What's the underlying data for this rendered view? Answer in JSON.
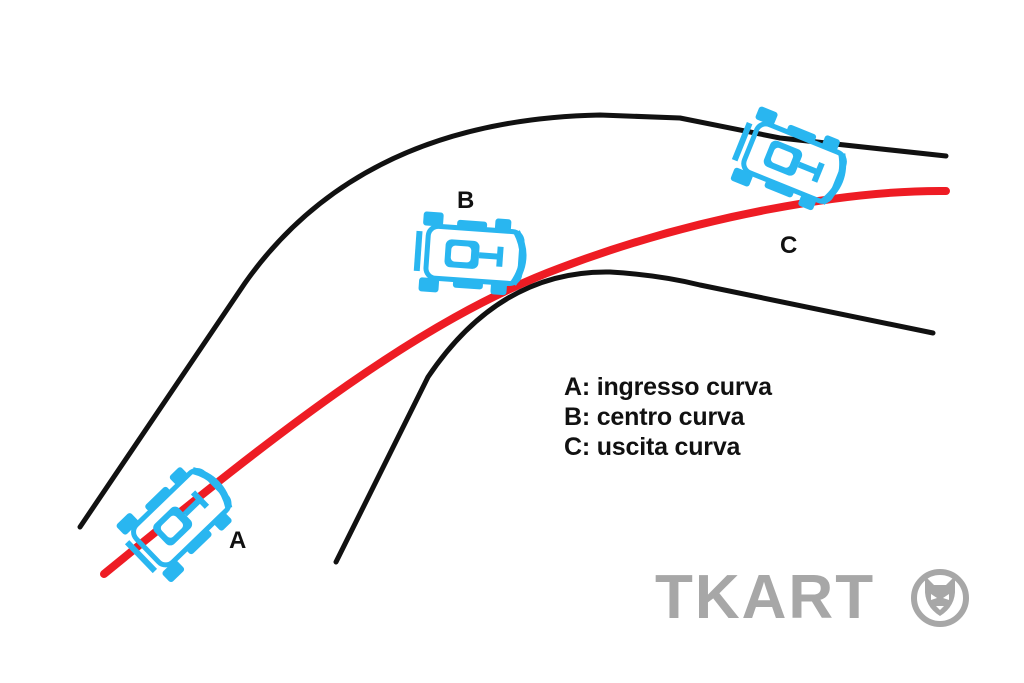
{
  "colors": {
    "background": "#ffffff",
    "track_edge": "#111111",
    "racing_line": "#ee1c24",
    "kart": "#29b6f0",
    "logo": "#a7a7a7"
  },
  "points": [
    {
      "id": "A",
      "label": "A",
      "icon": "kart-icon"
    },
    {
      "id": "B",
      "label": "B",
      "icon": "kart-icon"
    },
    {
      "id": "C",
      "label": "C",
      "icon": "kart-icon"
    }
  ],
  "legend": [
    {
      "id": "A",
      "text": "A: ingresso curva"
    },
    {
      "id": "B",
      "text": "B: centro curva"
    },
    {
      "id": "C",
      "text": "C: uscita curva"
    }
  ],
  "logo": {
    "wordmark": "TKART",
    "icon": "cat-head-icon"
  }
}
